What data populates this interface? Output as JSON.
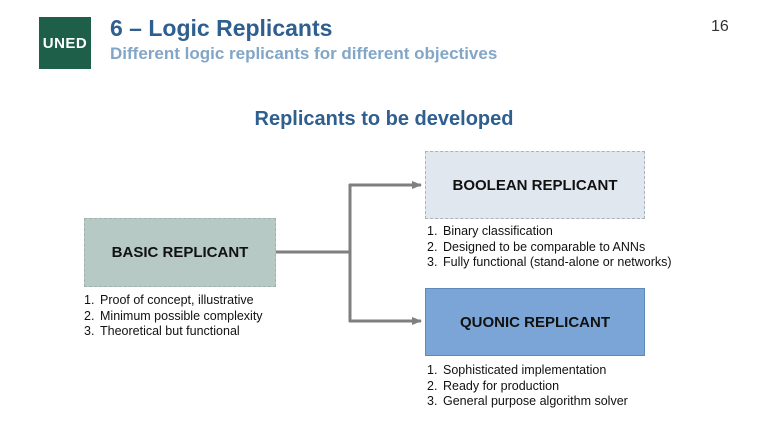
{
  "logo": {
    "text": "UNED"
  },
  "header": {
    "title": "6 – Logic Replicants",
    "subtitle": "Different logic replicants for different objectives",
    "page_number": "16"
  },
  "diagram": {
    "heading": "Replicants to be developed",
    "nodes": {
      "basic": {
        "label": "BASIC REPLICANT",
        "items": [
          "Proof of concept, illustrative",
          "Minimum possible complexity",
          "Theoretical but functional"
        ]
      },
      "boolean": {
        "label": "BOOLEAN REPLICANT",
        "items": [
          "Binary classification",
          "Designed to be comparable to ANNs",
          "Fully functional (stand-alone or networks)"
        ]
      },
      "quonic": {
        "label": "QUONIC REPLICANT",
        "items": [
          "Sophisticated implementation",
          "Ready for production",
          "General purpose algorithm solver"
        ]
      }
    },
    "colors": {
      "basic_fill": "#b6c9c4",
      "boolean_fill": "#e1e7ee",
      "quonic_fill": "#7ba5d6",
      "arrow": "#7f7f7f",
      "title": "#2f5f8f",
      "subtitle": "#82a6c7",
      "logo_bg": "#1e5f4a"
    }
  }
}
